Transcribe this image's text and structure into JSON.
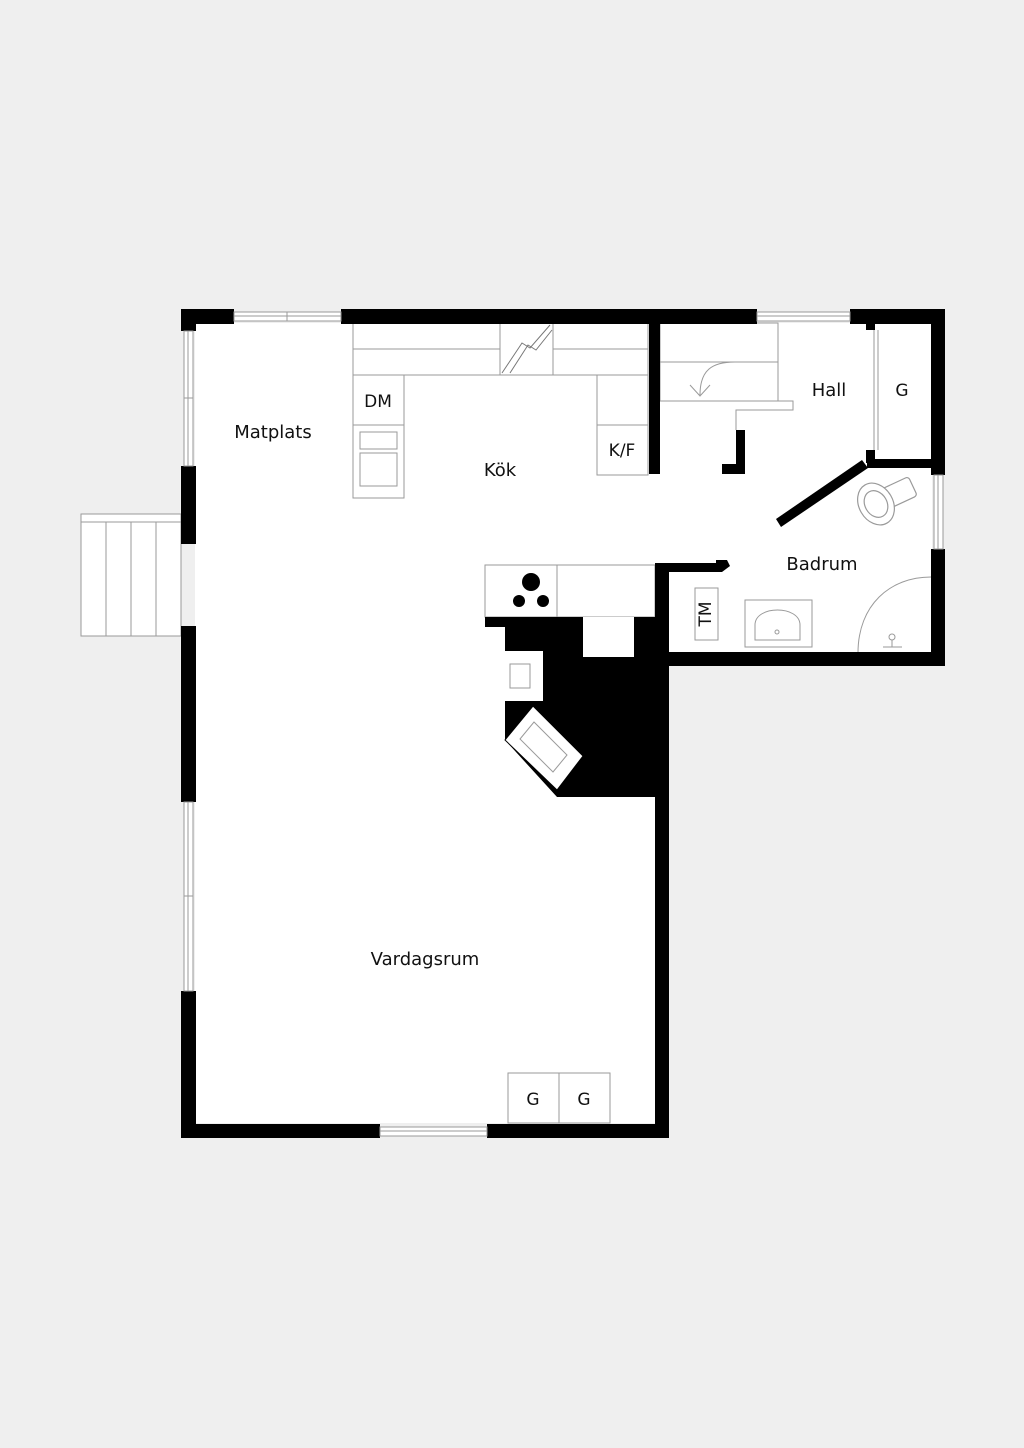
{
  "rooms": {
    "matplats": "Matplats",
    "kok": "Kök",
    "hall": "Hall",
    "badrum": "Badrum",
    "vardagsrum": "Vardagsrum"
  },
  "fixtures": {
    "dm": "DM",
    "kf": "K/F",
    "g": "G",
    "tm": "TM"
  },
  "colors": {
    "background": "#efefef",
    "floor": "#ffffff",
    "wall": "#000000",
    "line": "#9a9a9a"
  }
}
